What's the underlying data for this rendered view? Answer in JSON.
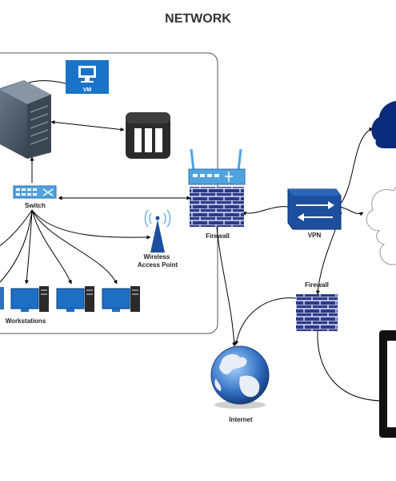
{
  "title": "NETWORK",
  "labels": {
    "vm": "VM",
    "switch": "Switch",
    "wap": "Wireless\nAccess Point",
    "firewall_main": "Firewall",
    "vpn": "VPN",
    "firewall_secondary": "Firewall",
    "workstations": "Workstations",
    "internet": "Internet"
  },
  "colors": {
    "firewall_brick": "#2b3a8c",
    "vpn": "#1d4f9e",
    "switch": "#4fa3e0",
    "vm": "#1a73c9",
    "cloud_dark": "#0a2a7a",
    "monitor": "#1d6fc4",
    "line": "#000000"
  },
  "icons": {
    "server": "server-rack-icon",
    "storage": "nas-storage-icon",
    "vm": "virtual-machine-icon",
    "switch": "network-switch-icon",
    "router": "router-icon",
    "firewall": "firewall-icon",
    "vpn": "vpn-icon",
    "internet": "globe-icon",
    "cloud": "cloud-icon",
    "device": "tablet-icon",
    "wireless": "wireless-tower-icon",
    "workstation": "workstation-icon"
  }
}
